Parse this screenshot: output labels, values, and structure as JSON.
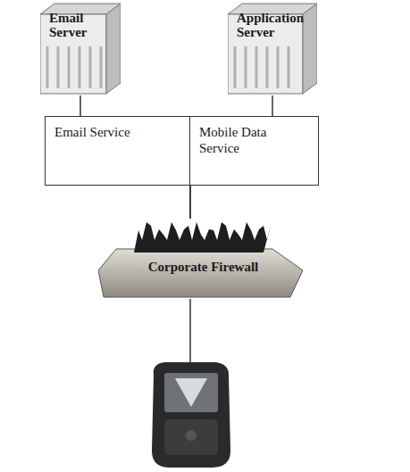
{
  "diagram": {
    "nodes": [
      {
        "text": [
          "Email Server"
        ]
      },
      {
        "text": [
          "Application Server"
        ]
      },
      {
        "text": [
          "Email Service"
        ]
      },
      {
        "text": [
          "Mobile Data Service"
        ]
      },
      {
        "text": [
          "Corporate Firewall"
        ]
      }
    ],
    "edges": [
      {
        "from": 0,
        "to": 2,
        "arrow": "none"
      },
      {
        "from": 1,
        "to": 3,
        "arrow": "none"
      },
      {
        "from": 2,
        "to": 4,
        "arrow": "none"
      },
      {
        "from": 3,
        "to": 4,
        "arrow": "none"
      }
    ]
  }
}
